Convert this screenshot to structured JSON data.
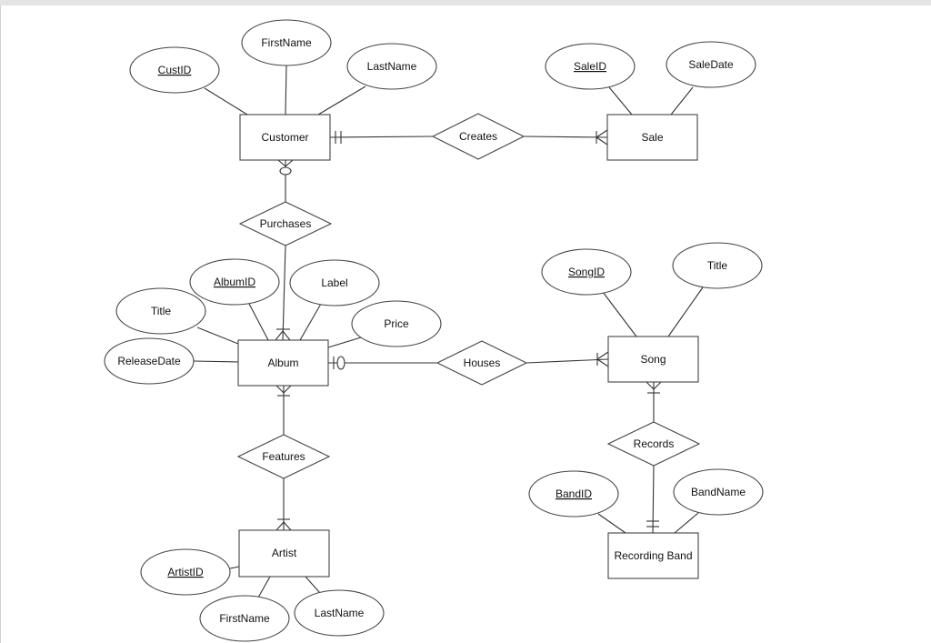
{
  "diagram": {
    "entities": [
      {
        "id": "customer",
        "label": "Customer"
      },
      {
        "id": "sale",
        "label": "Sale"
      },
      {
        "id": "album",
        "label": "Album"
      },
      {
        "id": "song",
        "label": "Song"
      },
      {
        "id": "artist",
        "label": "Artist"
      },
      {
        "id": "band",
        "label": "Recording Band"
      }
    ],
    "relationships": [
      {
        "id": "creates",
        "label": "Creates"
      },
      {
        "id": "purchases",
        "label": "Purchases"
      },
      {
        "id": "houses",
        "label": "Houses"
      },
      {
        "id": "features",
        "label": "Features"
      },
      {
        "id": "records",
        "label": "Records"
      }
    ],
    "attributes": [
      {
        "id": "custid",
        "label": "CustID",
        "key": true,
        "entity": "customer"
      },
      {
        "id": "cust_firstname",
        "label": "FirstName",
        "key": false,
        "entity": "customer"
      },
      {
        "id": "cust_lastname",
        "label": "LastName",
        "key": false,
        "entity": "customer"
      },
      {
        "id": "saleid",
        "label": "SaleID",
        "key": true,
        "entity": "sale"
      },
      {
        "id": "saledate",
        "label": "SaleDate",
        "key": false,
        "entity": "sale"
      },
      {
        "id": "albumid",
        "label": "AlbumID",
        "key": true,
        "entity": "album"
      },
      {
        "id": "label",
        "label": "Label",
        "key": false,
        "entity": "album"
      },
      {
        "id": "album_title",
        "label": "Title",
        "key": false,
        "entity": "album"
      },
      {
        "id": "price",
        "label": "Price",
        "key": false,
        "entity": "album"
      },
      {
        "id": "releasedate",
        "label": "ReleaseDate",
        "key": false,
        "entity": "album"
      },
      {
        "id": "songid",
        "label": "SongID",
        "key": true,
        "entity": "song"
      },
      {
        "id": "song_title",
        "label": "Title",
        "key": false,
        "entity": "song"
      },
      {
        "id": "bandid",
        "label": "BandID",
        "key": true,
        "entity": "band"
      },
      {
        "id": "bandname",
        "label": "BandName",
        "key": false,
        "entity": "band"
      },
      {
        "id": "artistid",
        "label": "ArtistID",
        "key": true,
        "entity": "artist"
      },
      {
        "id": "artist_firstname",
        "label": "FirstName",
        "key": false,
        "entity": "artist"
      },
      {
        "id": "artist_lastname",
        "label": "LastName",
        "key": false,
        "entity": "artist"
      }
    ],
    "cardinalities": [
      {
        "relationship": "creates",
        "from": "customer",
        "from_end": "one-and-only-one",
        "to": "sale",
        "to_end": "one-or-many"
      },
      {
        "relationship": "purchases",
        "from": "customer",
        "from_end": "zero-or-many",
        "to": "album",
        "to_end": "one-or-many"
      },
      {
        "relationship": "houses",
        "from": "album",
        "from_end": "zero-or-one",
        "to": "song",
        "to_end": "one-or-many"
      },
      {
        "relationship": "features",
        "from": "album",
        "from_end": "one-or-many",
        "to": "artist",
        "to_end": "one-or-many"
      },
      {
        "relationship": "records",
        "from": "song",
        "from_end": "one-or-many",
        "to": "band",
        "to_end": "one-and-only-one"
      }
    ]
  }
}
